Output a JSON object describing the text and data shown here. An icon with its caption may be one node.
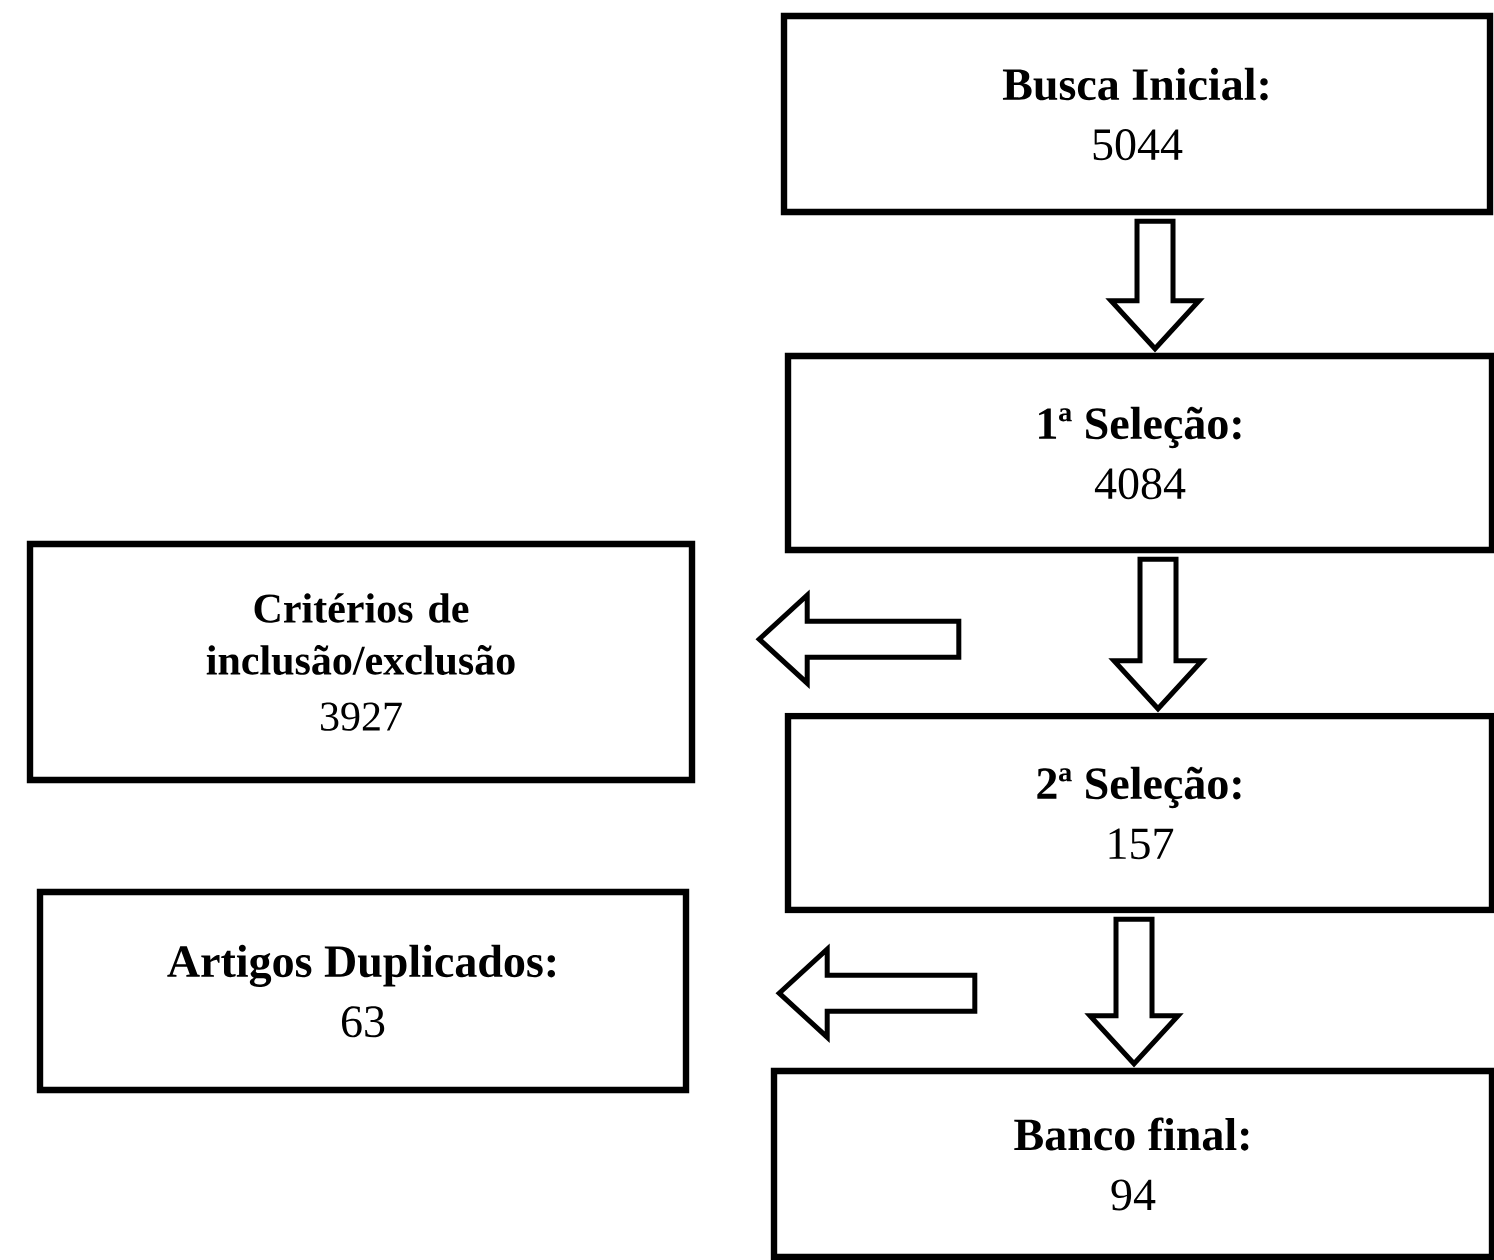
{
  "diagram": {
    "nodes": [
      {
        "text": [
          "Busca Inicial:",
          "5044"
        ]
      },
      {
        "text": [
          "1ª Seleção:",
          "4084"
        ]
      },
      {
        "text": [
          "Critérios de inclusão/exclusão",
          "3927"
        ]
      },
      {
        "text": [
          "2ª Seleção:",
          "157"
        ]
      },
      {
        "text": [
          "Artigos Duplicados:",
          "63"
        ]
      },
      {
        "text": [
          "Banco final:",
          "94"
        ]
      }
    ],
    "edges": [
      {
        "from": 0,
        "to": 1,
        "arrow": "to"
      },
      {
        "from": 1,
        "to": 2,
        "arrow": "to"
      },
      {
        "from": 1,
        "to": 3,
        "arrow": "to"
      },
      {
        "from": 3,
        "to": 4,
        "arrow": "to"
      },
      {
        "from": 3,
        "to": 5,
        "arrow": "to"
      }
    ]
  }
}
